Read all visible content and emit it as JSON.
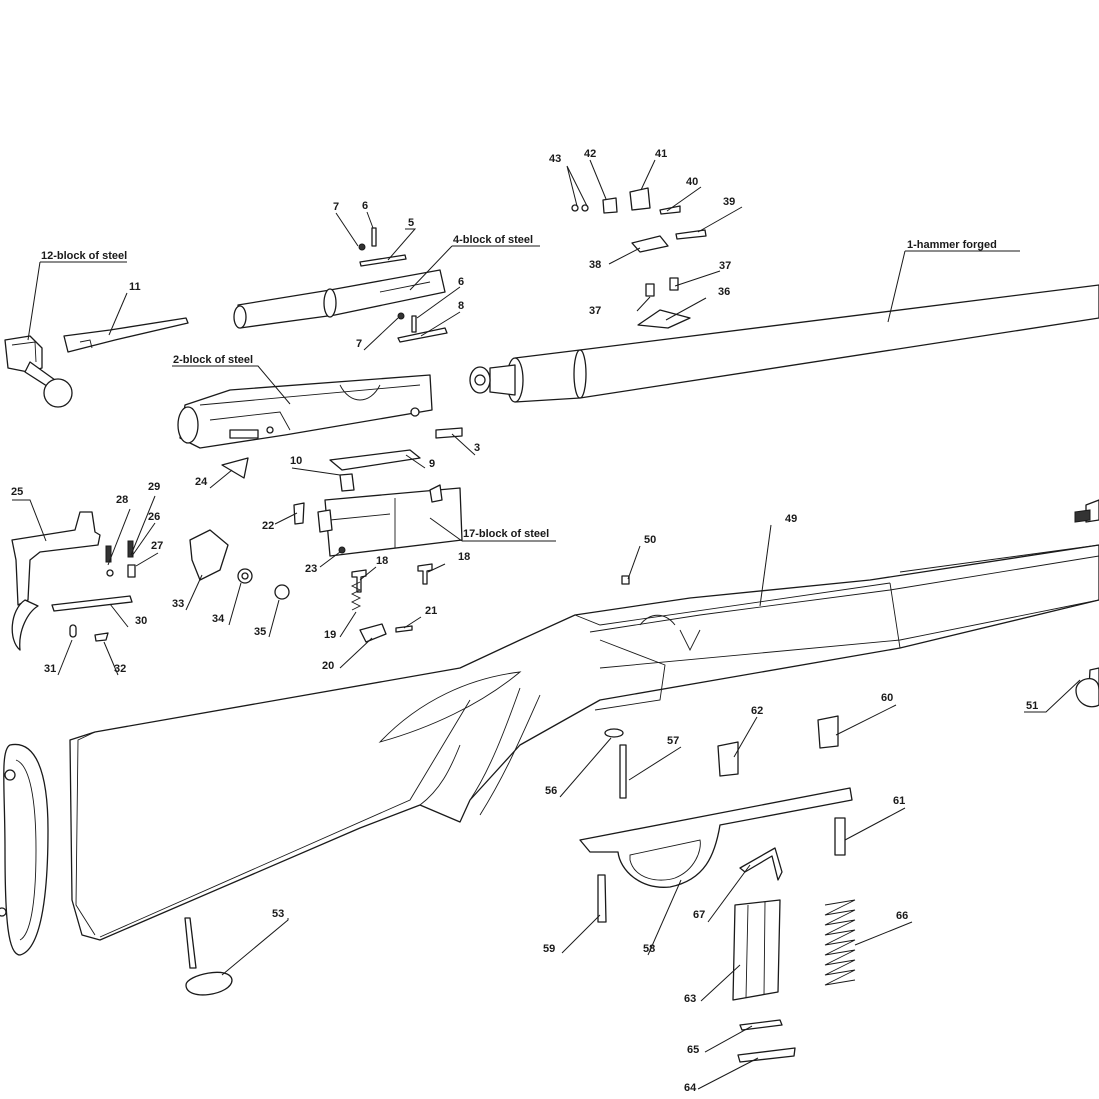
{
  "labels": {
    "l1": "1-hammer forged",
    "l2": "2-block of steel",
    "l3": "3",
    "l4": "4-block of steel",
    "l5": "5",
    "l6a": "6",
    "l6b": "6",
    "l7a": "7",
    "l7b": "7",
    "l8": "8",
    "l9": "9",
    "l10": "10",
    "l11": "11",
    "l12": "12-block of steel",
    "l17": "17-block of steel",
    "l18a": "18",
    "l18b": "18",
    "l19": "19",
    "l20": "20",
    "l21": "21",
    "l22": "22",
    "l23": "23",
    "l24": "24",
    "l25": "25",
    "l26": "26",
    "l27": "27",
    "l28": "28",
    "l29": "29",
    "l30": "30",
    "l31": "31",
    "l32": "32",
    "l33": "33",
    "l34": "34",
    "l35": "35",
    "l36": "36",
    "l37a": "37",
    "l37b": "37",
    "l38": "38",
    "l39": "39",
    "l40": "40",
    "l41": "41",
    "l42": "42",
    "l43": "43",
    "l49": "49",
    "l50": "50",
    "l51": "51",
    "l53": "53",
    "l56": "56",
    "l57": "57",
    "l58": "58",
    "l59": "59",
    "l60": "60",
    "l61": "61",
    "l62": "62",
    "l63": "63",
    "l64": "64",
    "l65": "65",
    "l66": "66",
    "l67": "67"
  }
}
